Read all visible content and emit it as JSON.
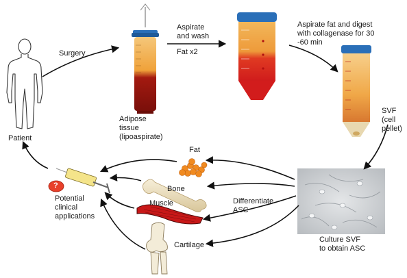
{
  "labels": {
    "surgery": "Surgery",
    "patient": "Patient",
    "adipose_tissue": "Adipose\ntissue\n(lipoaspirate)",
    "aspirate_wash": "Aspirate\nand wash",
    "fat_x2": "Fat x2",
    "aspirate_digest": "Aspirate fat and digest\nwith collagenase for 30\n-60 min",
    "svf": "SVF\n(cell\npellet)",
    "culture": "Culture SVF\nto obtain ASC",
    "differentiate": "Differentiate\nASC",
    "fat": "Fat",
    "bone": "Bone",
    "muscle": "Muscle",
    "cartilage": "Cartilage",
    "potential": "Potential\nclinical\napplications",
    "question_mark": "?"
  },
  "colors": {
    "tube_cap": "#2a6fb8",
    "fat_layer": "#f0a23a",
    "blood_layer": "#8c1410",
    "red_layer": "#d42020",
    "arrow": "#111111"
  }
}
